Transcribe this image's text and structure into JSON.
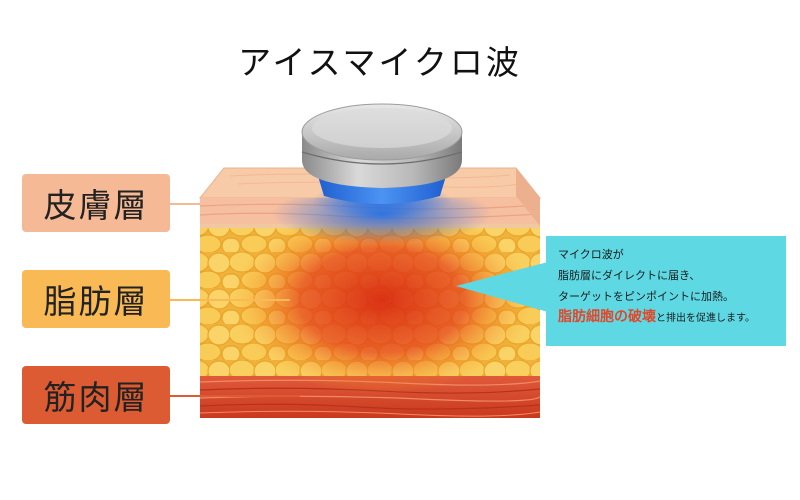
{
  "title": "アイスマイクロ波",
  "layers": {
    "skin": "皮膚層",
    "fat": "脂肪層",
    "muscle": "筋肉層"
  },
  "callout": {
    "line1": "マイクロ波が",
    "line2": "脂肪層にダイレクトに届き、",
    "line3": "ターゲットをピンポイントに加熱。",
    "highlight": "脂肪細胞の破壊",
    "tail": "と排出を促進します。"
  },
  "colors": {
    "skin_label": "#f6b995",
    "fat_label": "#f9b955",
    "muscle_label": "#dc5b32",
    "callout_bg": "#5ed9e4",
    "highlight_text": "#e2472a"
  }
}
